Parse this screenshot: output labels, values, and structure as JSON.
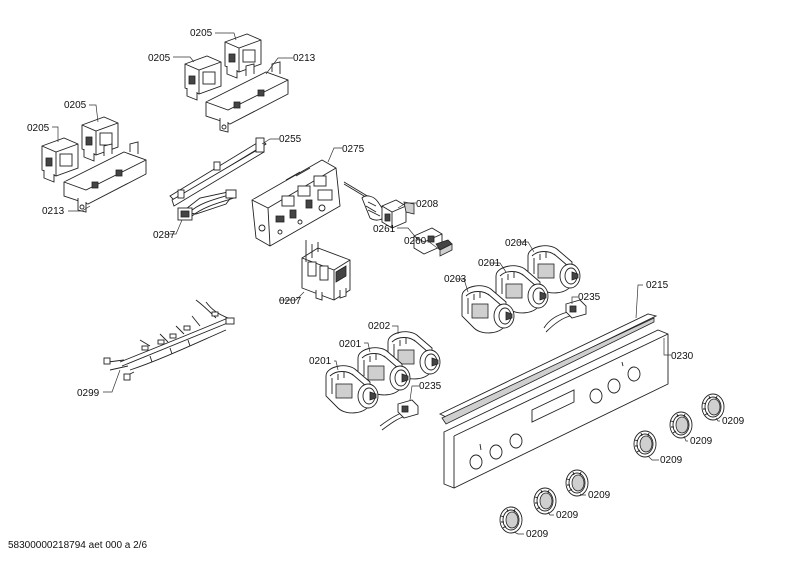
{
  "callouts": {
    "c0205_a": "0205",
    "c0205_b": "0205",
    "c0205_c": "0205",
    "c0205_d": "0205",
    "c0213_a": "0213",
    "c0213_b": "0213",
    "c0255": "0255",
    "c0275": "0275",
    "c0208": "0208",
    "c0287": "0287",
    "c0261": "0261",
    "c0260": "0260",
    "c0204": "0204",
    "c0201_a": "0201",
    "c0203": "0203",
    "c0235_a": "0235",
    "c0215": "0215",
    "c0207": "0207",
    "c0202": "0202",
    "c0201_b": "0201",
    "c0201_c": "0201",
    "c0230": "0230",
    "c0299": "0299",
    "c0235_b": "0235",
    "c0209_a": "0209",
    "c0209_b": "0209",
    "c0209_c": "0209",
    "c0209_d": "0209",
    "c0209_e": "0209",
    "c0209_f": "0209"
  },
  "footer": {
    "doc_id": "58300000218794 aet 000 a 2/6"
  }
}
